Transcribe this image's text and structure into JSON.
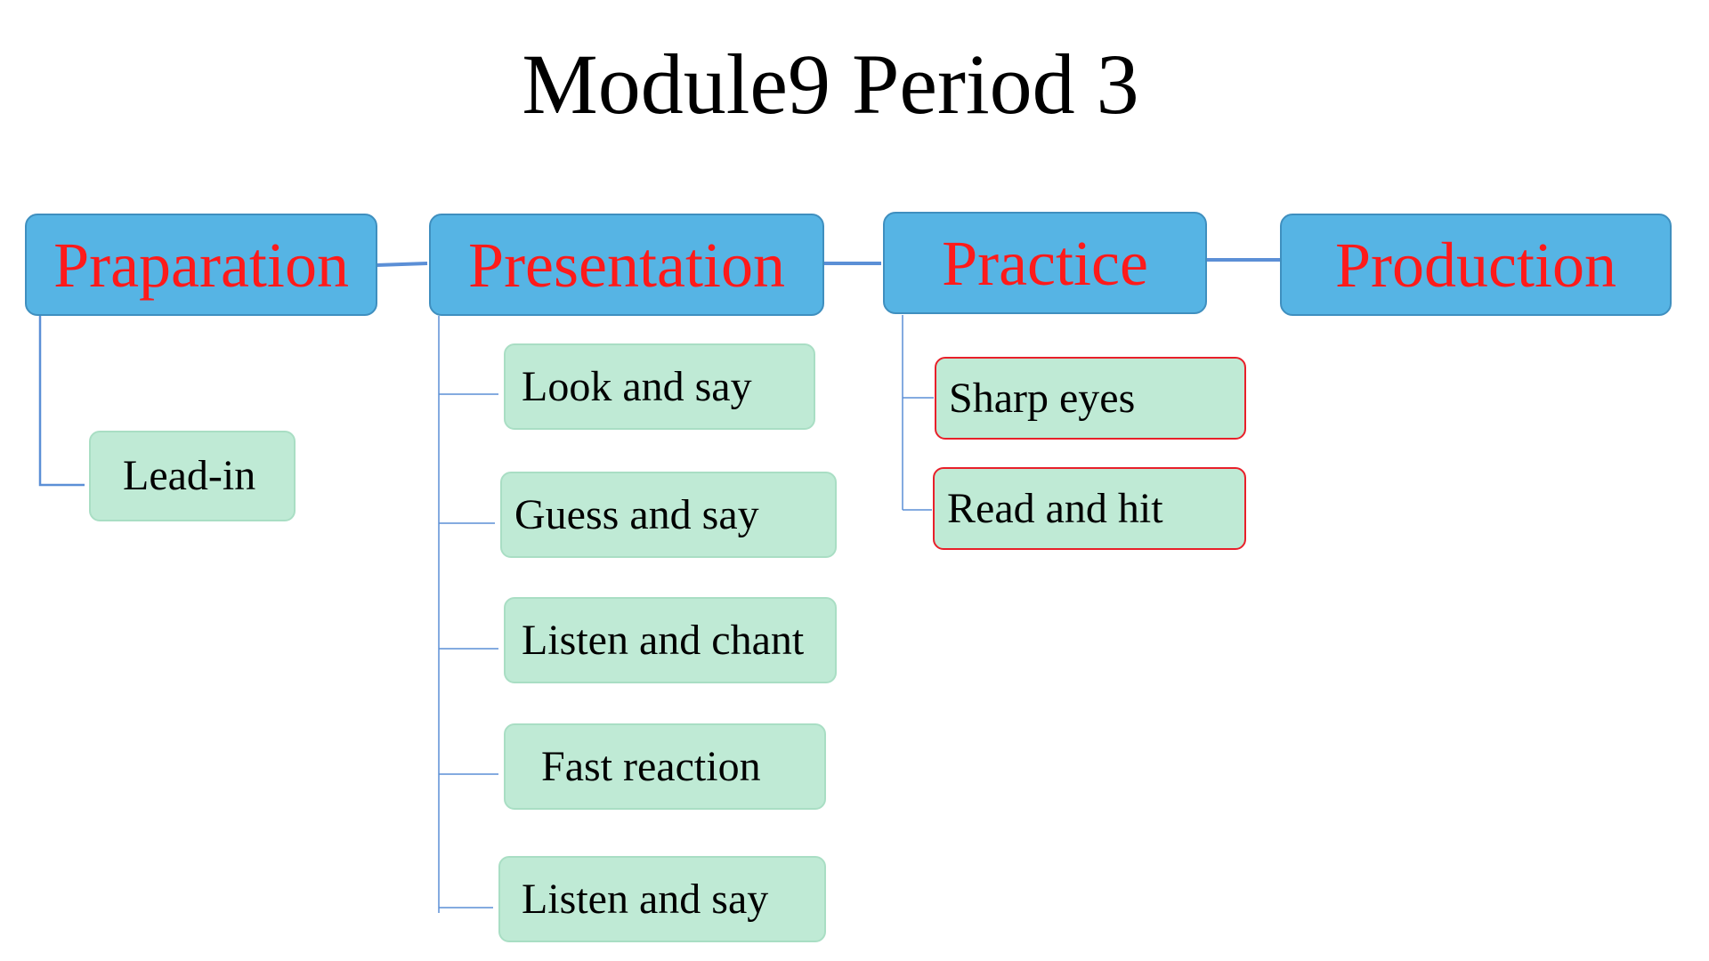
{
  "title": "Module9 Period 3",
  "colors": {
    "phase_fill": "#56b4e4",
    "phase_text": "#ff1a1a",
    "step_fill": "#bfead5",
    "step_text": "#000000",
    "highlight_border": "#e8202a",
    "connector": "#5b8fd6"
  },
  "phases": [
    {
      "label": "Praparation",
      "steps": [
        {
          "label": "Lead-in",
          "highlight": false
        }
      ]
    },
    {
      "label": "Presentation",
      "steps": [
        {
          "label": "Look and say",
          "highlight": false
        },
        {
          "label": "Guess and say",
          "highlight": false
        },
        {
          "label": "Listen and chant",
          "highlight": false
        },
        {
          "label": "Fast reaction",
          "highlight": false
        },
        {
          "label": "Listen and say",
          "highlight": false
        }
      ]
    },
    {
      "label": "Practice",
      "steps": [
        {
          "label": "Sharp eyes",
          "highlight": true
        },
        {
          "label": "Read and hit",
          "highlight": true
        }
      ]
    },
    {
      "label": "Production",
      "steps": []
    }
  ]
}
